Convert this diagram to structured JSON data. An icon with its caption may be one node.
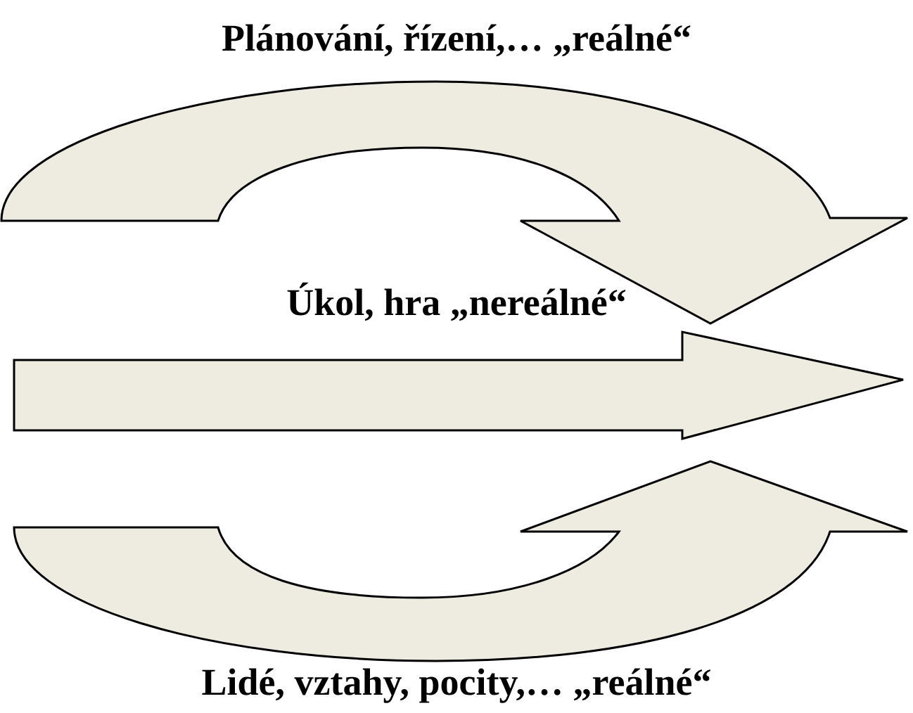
{
  "diagram": {
    "labels": [
      "Plánování, řízení,… „reálné“",
      "Úkol, hra „nereálné“",
      "Lidé, vztahy, pocity,… „reálné“"
    ]
  }
}
